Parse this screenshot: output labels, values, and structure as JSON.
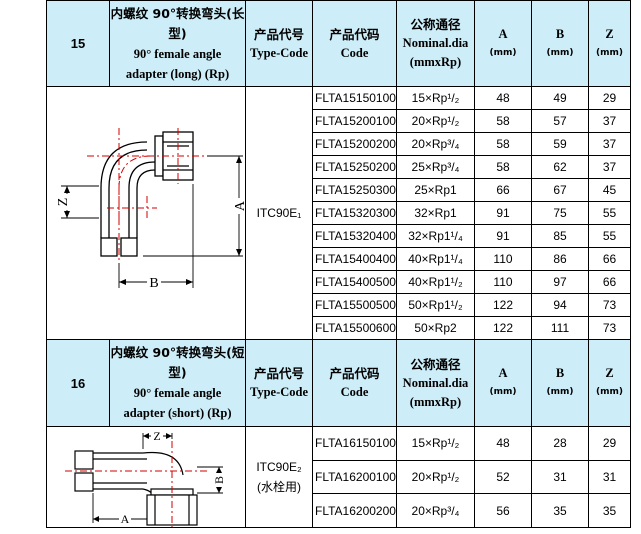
{
  "headers": {
    "type_code_cn": "产品代号",
    "type_code_en": "Type-Code",
    "code_cn": "产品代码",
    "code_en": "Code",
    "nominal_cn": "公称通径",
    "nominal_en": "Nominal.dia",
    "nominal_unit": "(mmxRp)",
    "col_a": "A",
    "col_b": "B",
    "col_z": "Z",
    "mm": "(mm)"
  },
  "sections": [
    {
      "number": "15",
      "name_cn_1": "内螺纹 90°转换弯头(长",
      "name_cn_2": "型)",
      "name_en_1": "90° female angle",
      "name_en_2": "adapter (long) (Rp)",
      "type_code": "ITC90E₁",
      "type_note": "",
      "diagram_labels": {
        "z": "Z",
        "a": "A",
        "b": "B"
      },
      "rows": [
        {
          "code": "FLTA15150100",
          "size": "15×Rp¹/₂",
          "a": "48",
          "b": "49",
          "z": "29"
        },
        {
          "code": "FLTA15200100",
          "size": "20×Rp¹/₂",
          "a": "58",
          "b": "57",
          "z": "37"
        },
        {
          "code": "FLTA15200200",
          "size": "20×Rp³/₄",
          "a": "58",
          "b": "59",
          "z": "37"
        },
        {
          "code": "FLTA15250200",
          "size": "25×Rp³/₄",
          "a": "58",
          "b": "62",
          "z": "37"
        },
        {
          "code": "FLTA15250300",
          "size": "25×Rp1",
          "a": "66",
          "b": "67",
          "z": "45"
        },
        {
          "code": "FLTA15320300",
          "size": "32×Rp1",
          "a": "91",
          "b": "75",
          "z": "55"
        },
        {
          "code": "FLTA15320400",
          "size": "32×Rp1¹/₄",
          "a": "91",
          "b": "85",
          "z": "55"
        },
        {
          "code": "FLTA15400400",
          "size": "40×Rp1¹/₄",
          "a": "110",
          "b": "86",
          "z": "66"
        },
        {
          "code": "FLTA15400500",
          "size": "40×Rp1¹/₂",
          "a": "110",
          "b": "97",
          "z": "66"
        },
        {
          "code": "FLTA15500500",
          "size": "50×Rp1¹/₂",
          "a": "122",
          "b": "94",
          "z": "73"
        },
        {
          "code": "FLTA15500600",
          "size": "50×Rp2",
          "a": "122",
          "b": "111",
          "z": "73"
        }
      ]
    },
    {
      "number": "16",
      "name_cn_1": "内螺纹 90°转换弯头(短",
      "name_cn_2": "型)",
      "name_en_1": "90° female angle",
      "name_en_2": "adapter (short) (Rp)",
      "type_code": "ITC90E₂",
      "type_note": "(水栓用)",
      "diagram_labels": {
        "z": "Z",
        "a": "A",
        "b": "B"
      },
      "rows": [
        {
          "code": "FLTA16150100",
          "size": "15×Rp¹/₂",
          "a": "48",
          "b": "28",
          "z": "29"
        },
        {
          "code": "FLTA16200100",
          "size": "20×Rp¹/₂",
          "a": "52",
          "b": "31",
          "z": "31"
        },
        {
          "code": "FLTA16200200",
          "size": "20×Rp³/₄",
          "a": "56",
          "b": "35",
          "z": "35"
        }
      ]
    }
  ]
}
